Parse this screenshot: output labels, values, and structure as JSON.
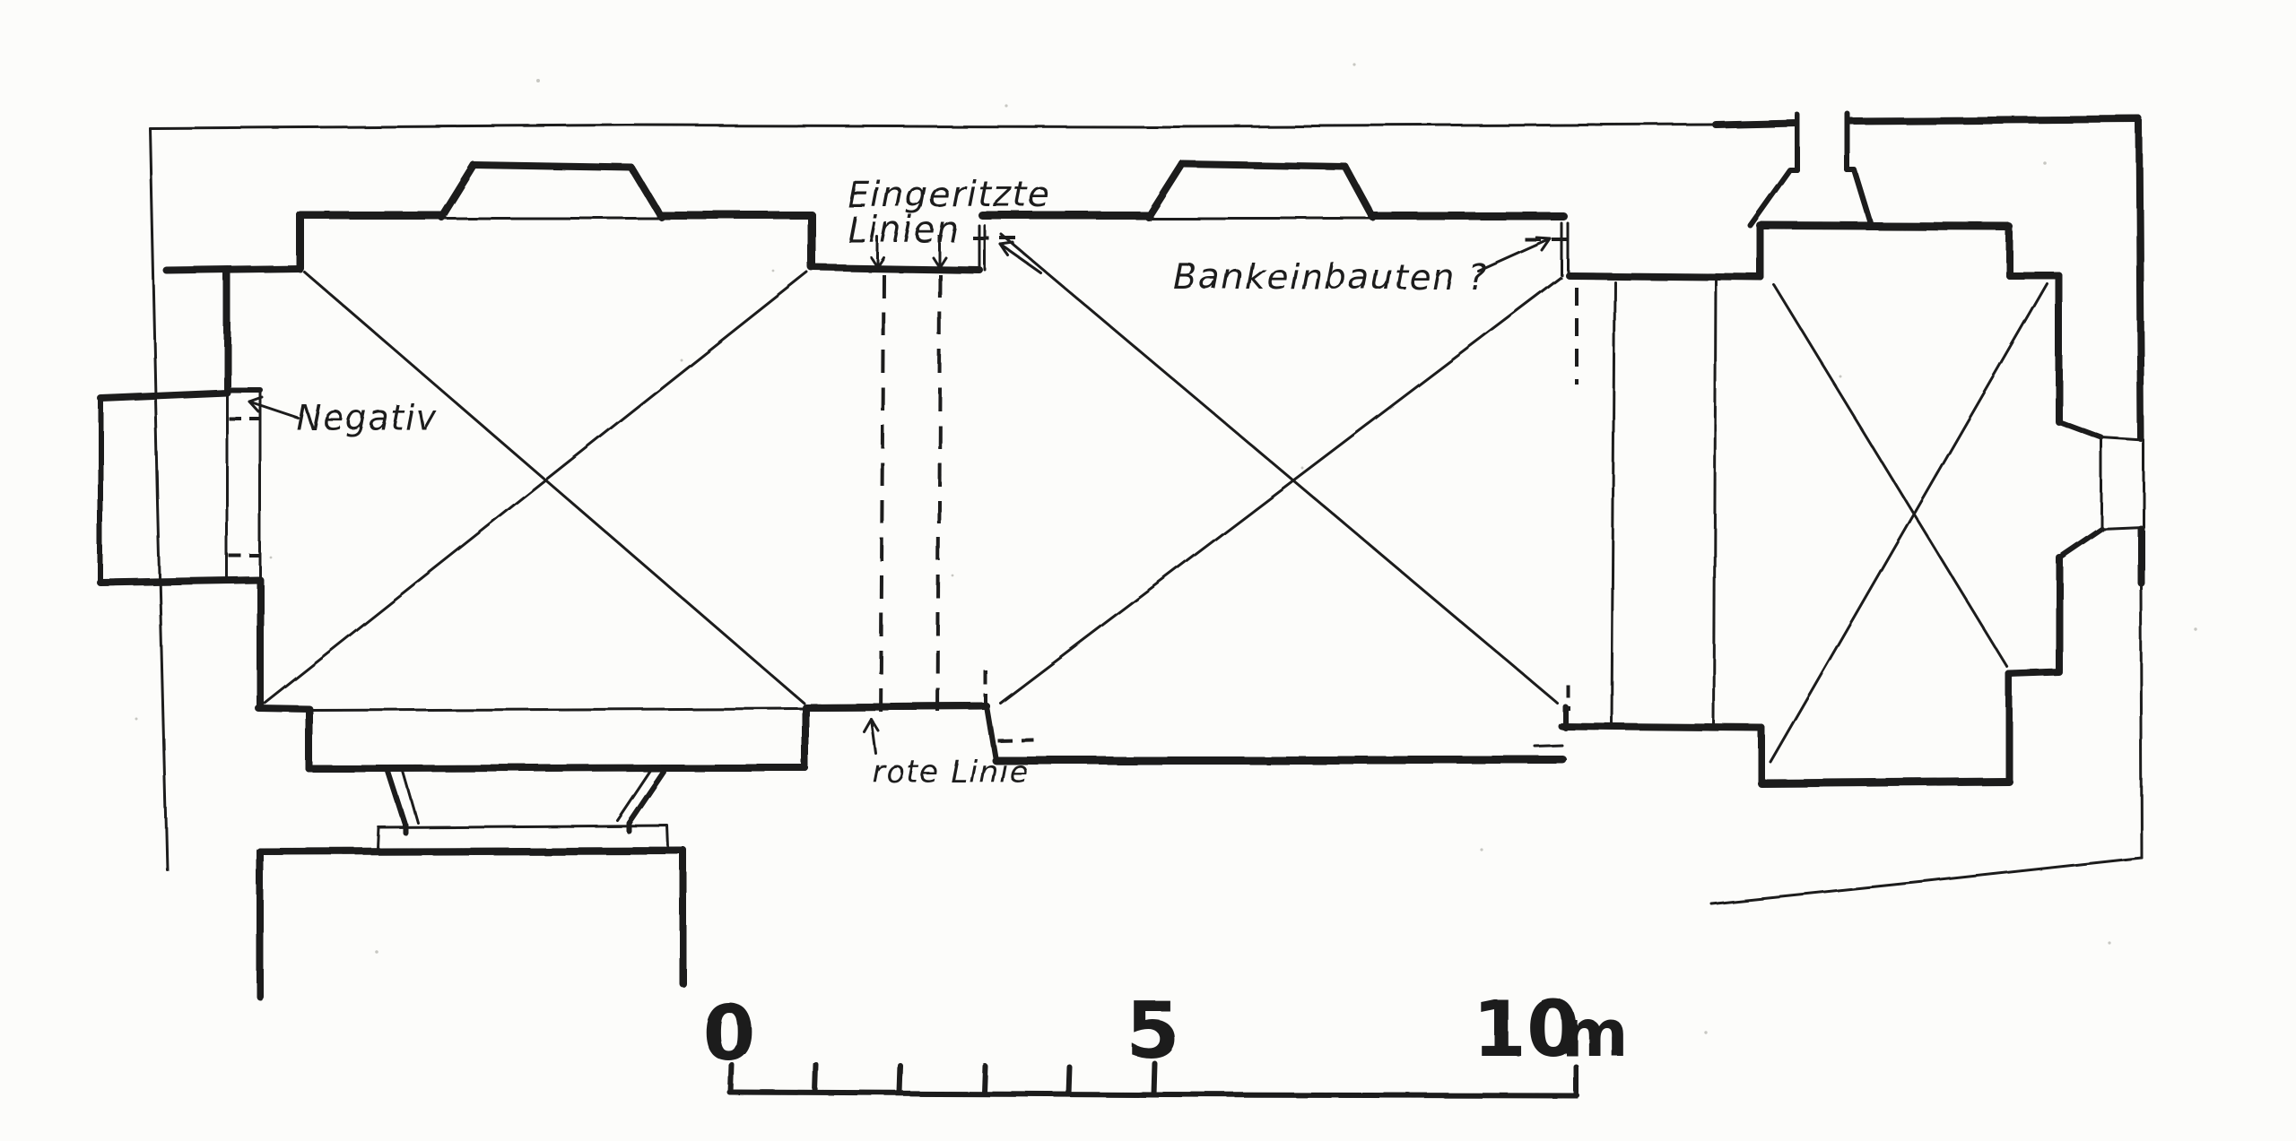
{
  "figure": {
    "title": "Hand-drawn church floor plan (field sketch)",
    "paper_color": "#fcfcfa",
    "ink_color": "#1b1b1b"
  },
  "annotations": {
    "incised_lines_label_line1": "Eingeritzte",
    "incised_lines_label_line2": "Linien",
    "bench_installations_label": "Bankeinbauten ?",
    "negative_label": "Negativ",
    "red_line_label": "rote Linie"
  },
  "scale_bar": {
    "label_0": "0",
    "label_5": "5",
    "label_10": "10",
    "unit": "m"
  }
}
